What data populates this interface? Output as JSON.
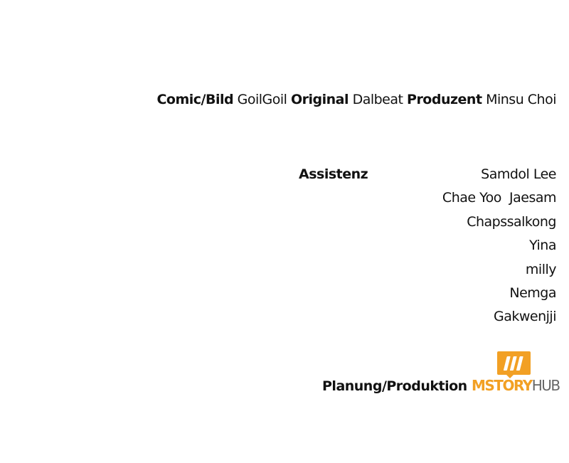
{
  "credits": {
    "comic_label": "Comic/Bild",
    "comic_name": "GoilGoil",
    "original_label": "Original",
    "original_name": "Dalbeat",
    "producer_label": "Produzent",
    "producer_name": "Minsu Choi"
  },
  "assistance": {
    "label": "Assistenz",
    "names": [
      "Samdol Lee",
      "Chae Yoo  Jaesam",
      "Chapssalkong",
      "Yina",
      "milly",
      "Nemga",
      "Gakwenjji"
    ]
  },
  "planning": {
    "label": "Planung/Produktion",
    "logo_main": "MSTORY",
    "logo_sub": "HUB",
    "logo_icon": "book-icon",
    "brand_color": "#F2A024",
    "sub_color": "#666666"
  }
}
